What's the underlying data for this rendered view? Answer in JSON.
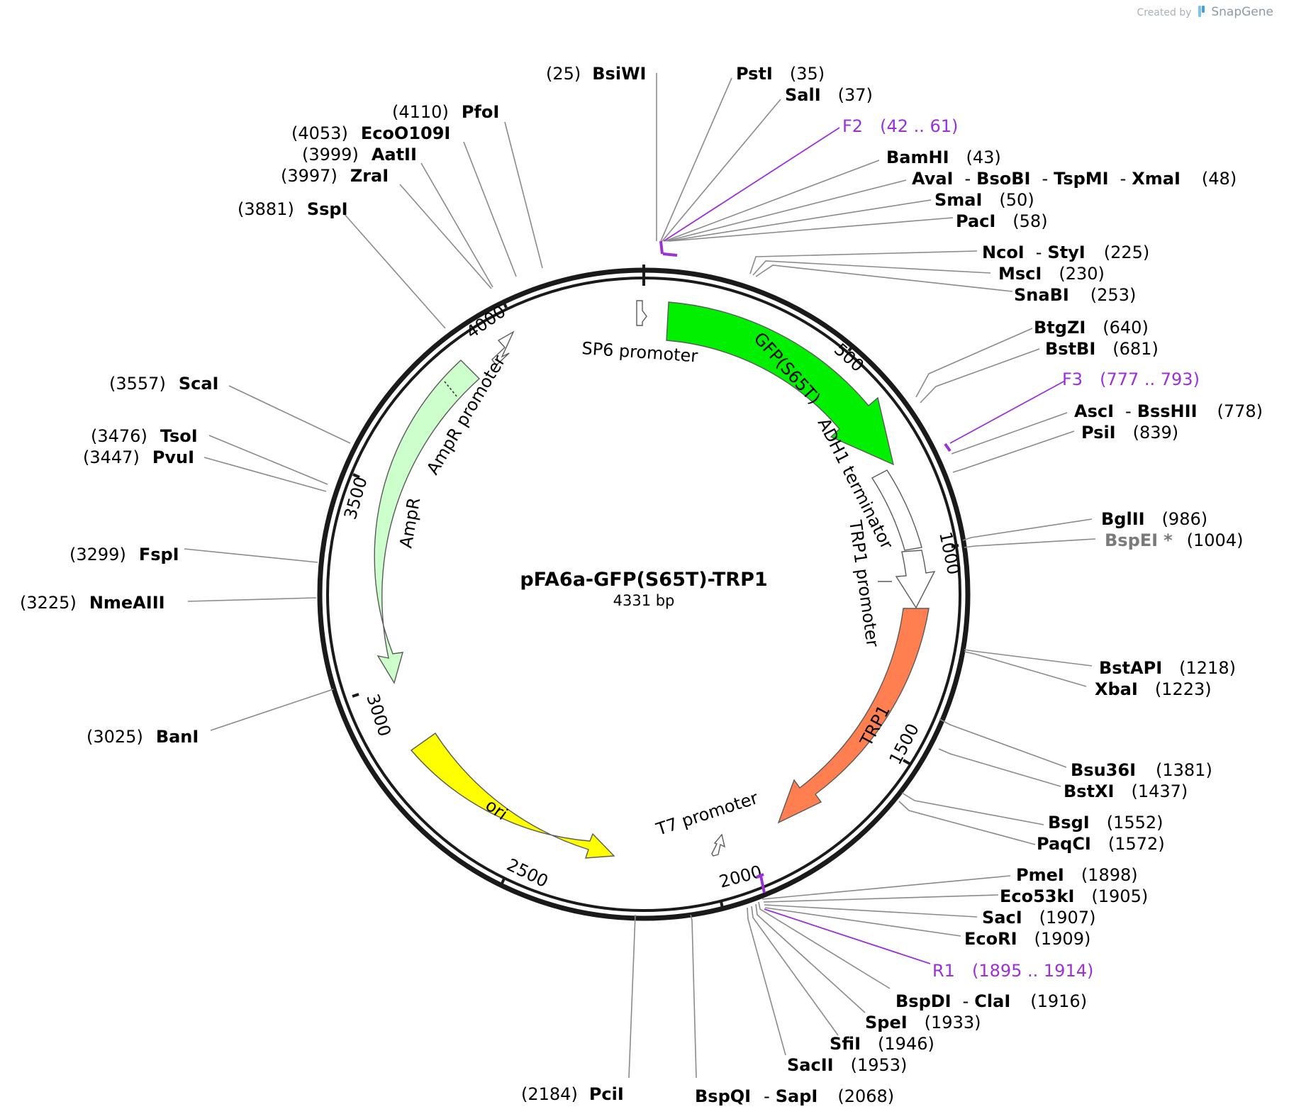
{
  "credit": {
    "created_by": "Created by",
    "brand": "SnapGene"
  },
  "plasmid": {
    "name": "pFA6a-GFP(S65T)-TRP1",
    "length_label": "4331 bp",
    "length_bp": 4331
  },
  "ticks": [
    "500",
    "1000",
    "1500",
    "2000",
    "2500",
    "3000",
    "3500",
    "4000"
  ],
  "features": {
    "sp6": "SP6 promoter",
    "gfp": "GFP(S65T)",
    "adh1": "ADH1 terminator",
    "trp1_promoter": "TRP1 promoter",
    "trp1": "TRP1",
    "t7": "T7 promoter",
    "ori": "ori",
    "ampr": "AmpR",
    "ampr_promoter": "AmpR promoter"
  },
  "colors": {
    "gfp": "#00f000",
    "trp1": "#ff7f50",
    "ori": "#ffff00",
    "ampr": "#ccffcc",
    "primer": "#9b30d9"
  },
  "enzymes": {
    "bsiwi": {
      "name": "BsiWI",
      "pos": "(25)"
    },
    "psti": {
      "name": "PstI",
      "pos": "(35)"
    },
    "sali": {
      "name": "SalI",
      "pos": "(37)"
    },
    "bamhi": {
      "name": "BamHI",
      "pos": "(43)"
    },
    "ava": {
      "names": [
        "AvaI",
        "BsoBI",
        "TspMI",
        "XmaI"
      ],
      "pos": "(48)"
    },
    "smai": {
      "name": "SmaI",
      "pos": "(50)"
    },
    "paci": {
      "name": "PacI",
      "pos": "(58)"
    },
    "ncoi": {
      "names": [
        "NcoI",
        "StyI"
      ],
      "pos": "(225)"
    },
    "msci": {
      "name": "MscI",
      "pos": "(230)"
    },
    "snabi": {
      "name": "SnaBI",
      "pos": "(253)"
    },
    "btgzi": {
      "name": "BtgZI",
      "pos": "(640)"
    },
    "bstbi": {
      "name": "BstBI",
      "pos": "(681)"
    },
    "asci": {
      "names": [
        "AscI",
        "BssHII"
      ],
      "pos": "(778)"
    },
    "psii": {
      "name": "PsiI",
      "pos": "(839)"
    },
    "bglii": {
      "name": "BglII",
      "pos": "(986)"
    },
    "bspei": {
      "name": "BspEI",
      "star": "*",
      "pos": "(1004)"
    },
    "bstapi": {
      "name": "BstAPI",
      "pos": "(1218)"
    },
    "xbai": {
      "name": "XbaI",
      "pos": "(1223)"
    },
    "bsu36i": {
      "name": "Bsu36I",
      "pos": "(1381)"
    },
    "bstxi": {
      "name": "BstXI",
      "pos": "(1437)"
    },
    "bsgi": {
      "name": "BsgI",
      "pos": "(1552)"
    },
    "paqci": {
      "name": "PaqCI",
      "pos": "(1572)"
    },
    "pmei": {
      "name": "PmeI",
      "pos": "(1898)"
    },
    "eco53ki": {
      "name": "Eco53kI",
      "pos": "(1905)"
    },
    "saci": {
      "name": "SacI",
      "pos": "(1907)"
    },
    "ecori": {
      "name": "EcoRI",
      "pos": "(1909)"
    },
    "bspdi": {
      "names": [
        "BspDI",
        "ClaI"
      ],
      "pos": "(1916)"
    },
    "spei": {
      "name": "SpeI",
      "pos": "(1933)"
    },
    "sfii": {
      "name": "SfiI",
      "pos": "(1946)"
    },
    "sacii": {
      "name": "SacII",
      "pos": "(1953)"
    },
    "bspqi": {
      "names": [
        "BspQI",
        "SapI"
      ],
      "pos": "(2068)"
    },
    "pcii": {
      "name": "PciI",
      "pos": "(2184)"
    },
    "bani": {
      "name": "BanI",
      "pos": "(3025)"
    },
    "nmeaiii": {
      "name": "NmeAIII",
      "pos": "(3225)"
    },
    "fspi": {
      "name": "FspI",
      "pos": "(3299)"
    },
    "pvui": {
      "name": "PvuI",
      "pos": "(3447)"
    },
    "tsoi": {
      "name": "TsoI",
      "pos": "(3476)"
    },
    "scai": {
      "name": "ScaI",
      "pos": "(3557)"
    },
    "sspi": {
      "name": "SspI",
      "pos": "(3881)"
    },
    "zrai": {
      "name": "ZraI",
      "pos": "(3997)"
    },
    "aatii": {
      "name": "AatII",
      "pos": "(3999)"
    },
    "eco0109i": {
      "name": "EcoO109I",
      "pos": "(4053)"
    },
    "pfoi": {
      "name": "PfoI",
      "pos": "(4110)"
    }
  },
  "primers": {
    "f2": {
      "name": "F2",
      "range": "(42 .. 61)"
    },
    "f3": {
      "name": "F3",
      "range": "(777 .. 793)"
    },
    "r1": {
      "name": "R1",
      "range": "(1895 .. 1914)"
    }
  },
  "separator": "-"
}
